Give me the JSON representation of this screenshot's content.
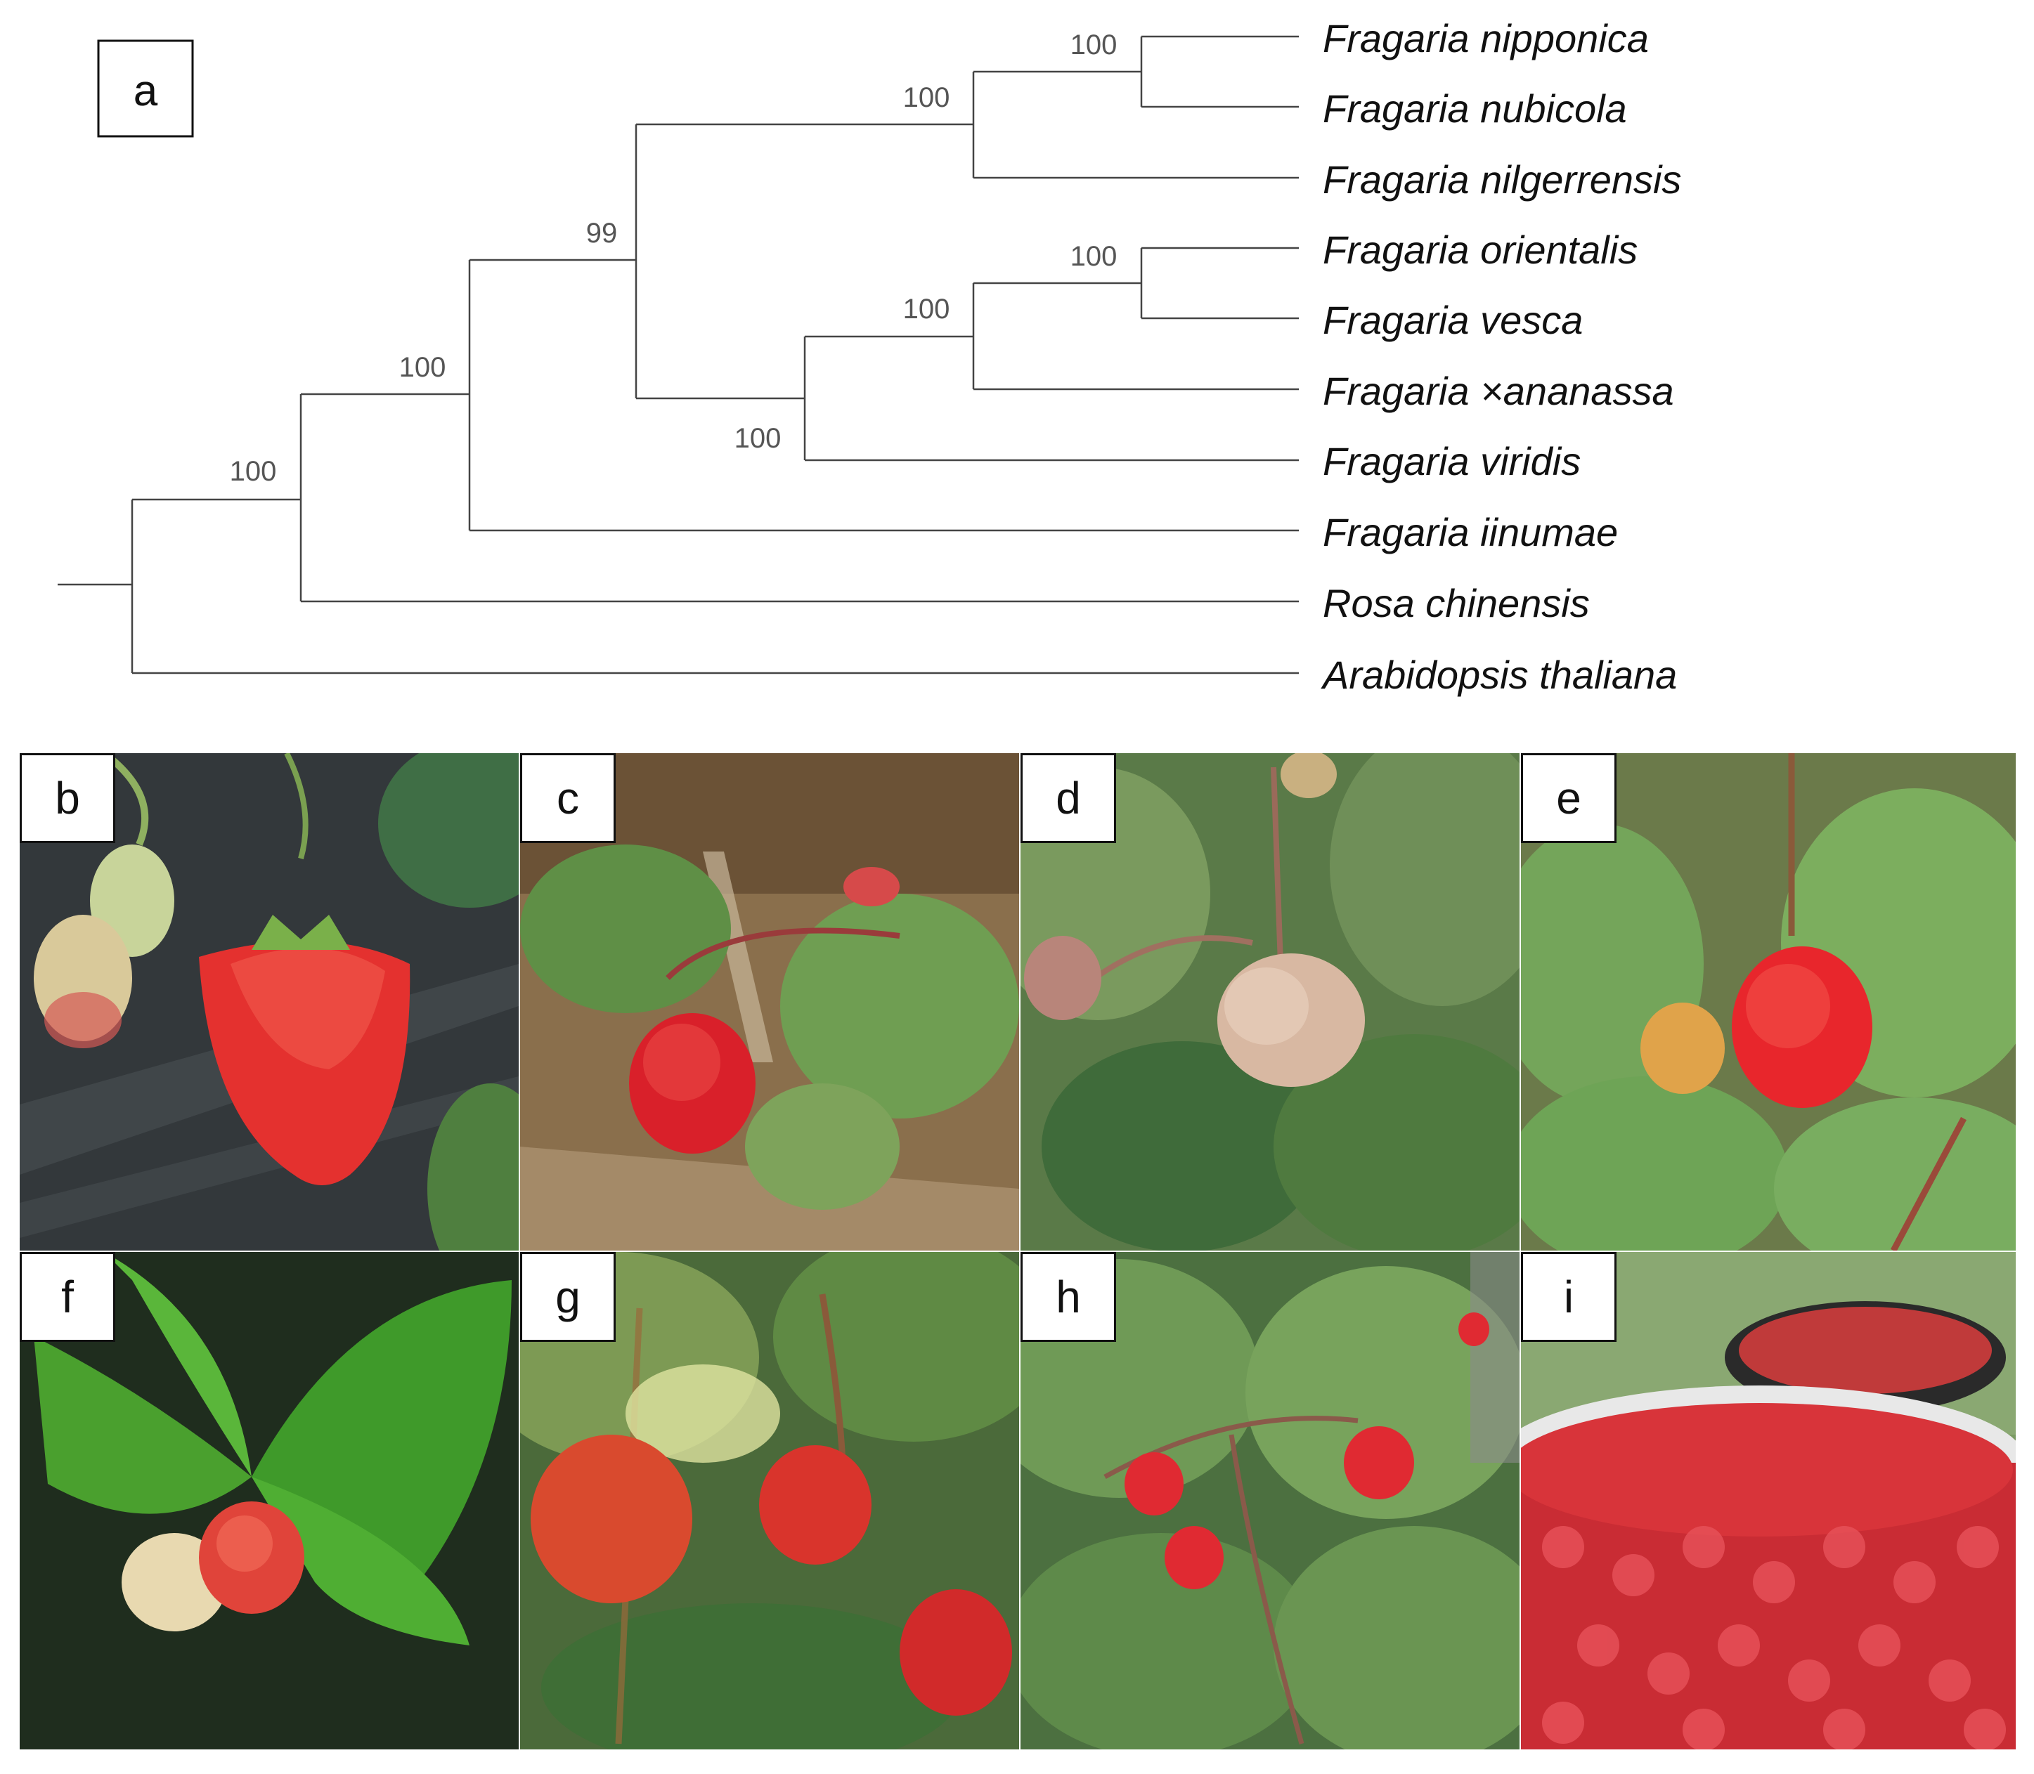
{
  "panel_a": {
    "label": "a",
    "taxa": [
      "Fragaria nipponica",
      "Fragaria nubicola",
      "Fragaria nilgerrensis",
      "Fragaria orientalis",
      "Fragaria vesca",
      "Fragaria ×ananassa",
      "Fragaria viridis",
      "Fragaria iinumae",
      "Rosa chinensis",
      "Arabidopsis thaliana"
    ],
    "bootstrap": [
      "100",
      "100",
      "99",
      "100",
      "100",
      "100",
      "100",
      "100"
    ]
  },
  "photos": [
    {
      "label": "b"
    },
    {
      "label": "c"
    },
    {
      "label": "d"
    },
    {
      "label": "e"
    },
    {
      "label": "f"
    },
    {
      "label": "g"
    },
    {
      "label": "h"
    },
    {
      "label": "i"
    }
  ]
}
